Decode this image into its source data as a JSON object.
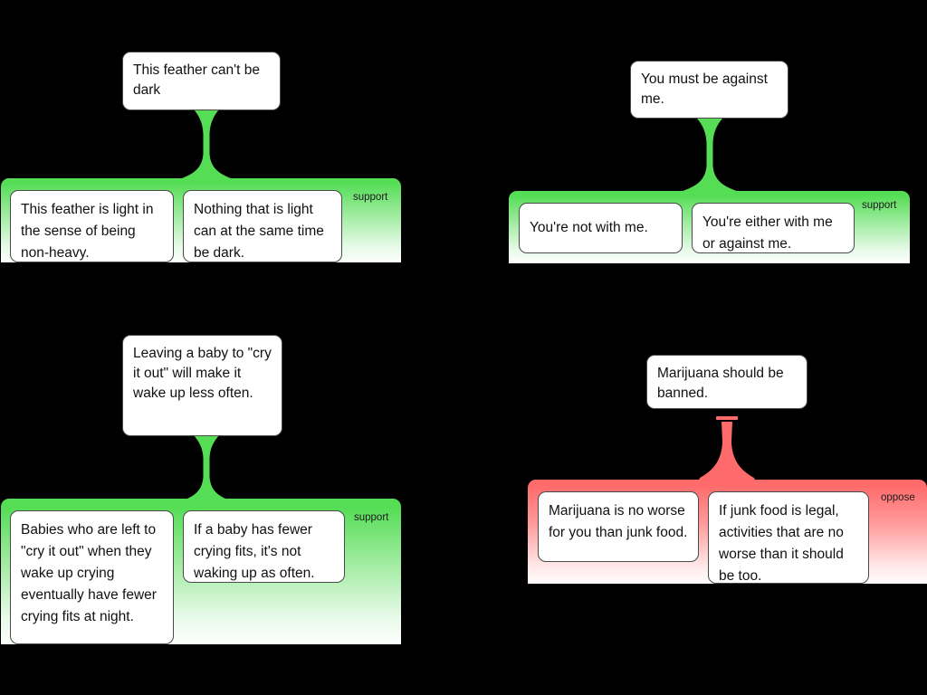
{
  "page": {
    "background_color": "#000000",
    "title": "Argument map examples"
  },
  "palette": {
    "support_green": "#55dd55",
    "oppose_red": "#ff6b6b",
    "card_background": "#ffffff",
    "card_border": "#4a4a4a",
    "text_color": "#111111"
  },
  "diagrams": [
    {
      "id": "feather-argument",
      "relation": "support",
      "relation_label": "support",
      "conclusion": "This feather can't be dark",
      "premises": [
        "This feather is light in the sense of being non-heavy.",
        "Nothing that is light can at the same time be dark."
      ]
    },
    {
      "id": "against-me-argument",
      "relation": "support",
      "relation_label": "support",
      "conclusion": "You must be against me.",
      "premises": [
        "You're not with me.",
        "You're either with me or against me."
      ]
    },
    {
      "id": "cry-it-out-argument",
      "relation": "support",
      "relation_label": "support",
      "conclusion": "Leaving a baby to \"cry it out\" will make it wake up less often.",
      "premises": [
        "Babies who are left to \"cry it out\" when they wake up crying eventually have fewer crying fits at night.",
        "If a baby has fewer crying fits, it's not waking up as often."
      ]
    },
    {
      "id": "marijuana-argument",
      "relation": "oppose",
      "relation_label": "oppose",
      "conclusion": "Marijuana should be banned.",
      "premises": [
        "Marijuana is no worse for you than junk food.",
        "If junk food is legal, activities that are no worse than it should be too."
      ]
    }
  ]
}
